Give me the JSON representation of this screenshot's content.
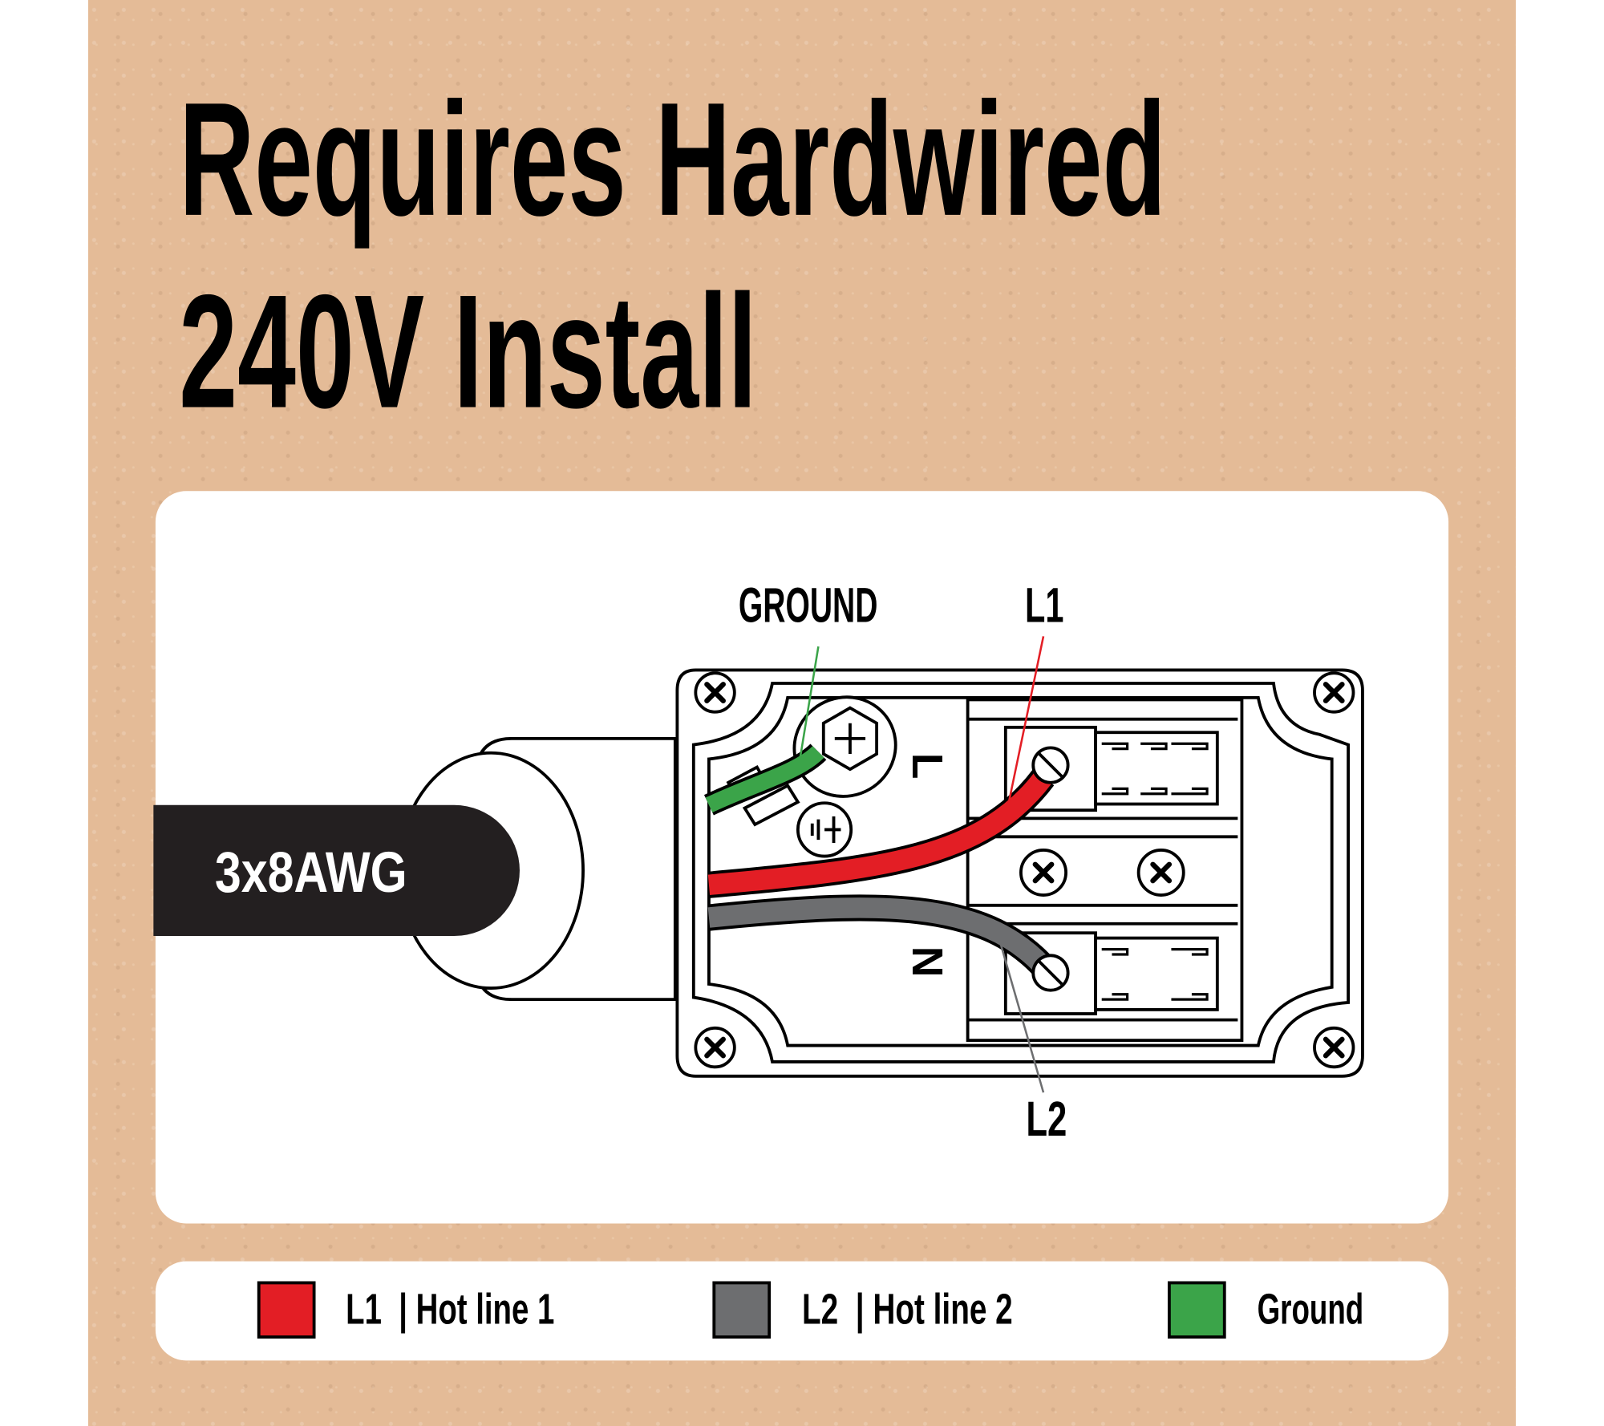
{
  "title": {
    "line1": "Requires Hardwired",
    "line2": "240V Install"
  },
  "diagram": {
    "cable_label": "3x8AWG",
    "labels": {
      "ground": "GROUND",
      "l1": "L1",
      "l2": "L2",
      "terminal_l": "L",
      "terminal_n": "N"
    }
  },
  "legend": [
    {
      "label": "L1  | Hot line 1",
      "color": "#e31e25"
    },
    {
      "label": "L2  | Hot line 2",
      "color": "#6d6e70"
    },
    {
      "label": "Ground",
      "color": "#3ba449"
    }
  ],
  "colors": {
    "background": "#e4bb97",
    "red": "#e31e25",
    "gray": "#6d6e70",
    "green": "#3ba449"
  }
}
